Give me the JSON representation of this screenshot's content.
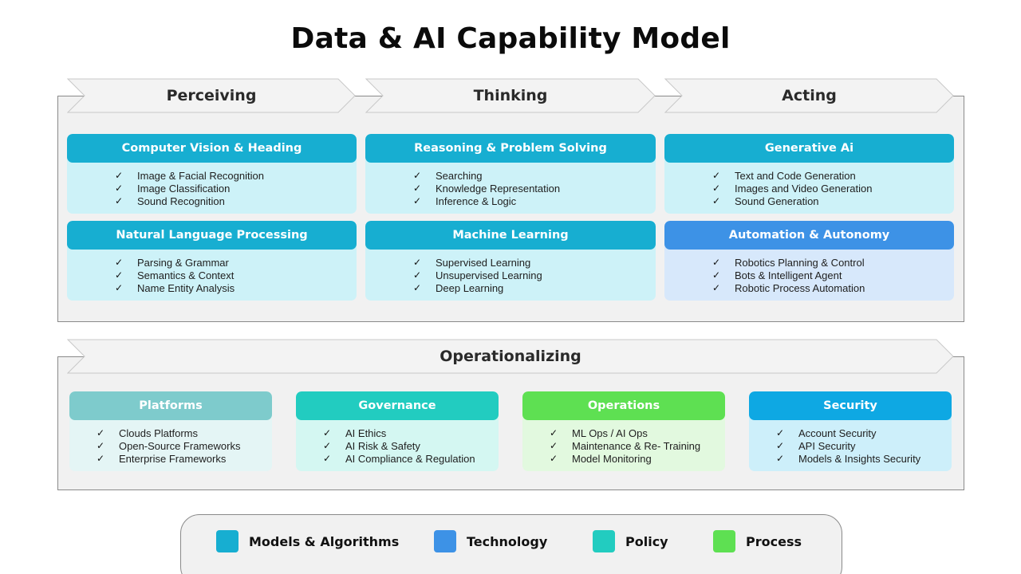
{
  "title": "Data & AI Capability Model",
  "stages": {
    "perceiving": "Perceiving",
    "thinking": "Thinking",
    "acting": "Acting",
    "operationalizing": "Operationalizing"
  },
  "cards": {
    "computer_vision": {
      "title": "Computer Vision & Heading",
      "items": [
        "Image & Facial Recognition",
        "Image Classification",
        "Sound Recognition"
      ]
    },
    "reasoning": {
      "title": "Reasoning & Problem Solving",
      "items": [
        "Searching",
        "Knowledge Representation",
        "Inference & Logic"
      ]
    },
    "generative": {
      "title": "Generative Ai",
      "items": [
        "Text and Code Generation",
        "Images and Video Generation",
        "Sound Generation"
      ]
    },
    "nlp": {
      "title": "Natural Language Processing",
      "items": [
        "Parsing & Grammar",
        "Semantics & Context",
        "Name Entity Analysis"
      ]
    },
    "ml": {
      "title": "Machine Learning",
      "items": [
        "Supervised Learning",
        "Unsupervised Learning",
        "Deep Learning"
      ]
    },
    "automation": {
      "title": "Automation & Autonomy",
      "items": [
        "Robotics Planning & Control",
        "Bots & Intelligent Agent",
        "Robotic Process Automation"
      ]
    },
    "platforms": {
      "title": "Platforms",
      "items": [
        "Clouds Platforms",
        "Open-Source Frameworks",
        "Enterprise Frameworks"
      ]
    },
    "governance": {
      "title": "Governance",
      "items": [
        "AI Ethics",
        "AI Risk & Safety",
        "AI Compliance & Regulation"
      ]
    },
    "operations": {
      "title": "Operations",
      "items": [
        "ML Ops / AI Ops",
        "Maintenance & Re- Training",
        "Model Monitoring"
      ]
    },
    "security": {
      "title": "Security",
      "items": [
        "Account Security",
        "API Security",
        "Models & Insights Security"
      ]
    }
  },
  "check_glyph": "✓",
  "legend": [
    {
      "label": "Models & Algorithms",
      "color": "#17aed1"
    },
    {
      "label": "Technology",
      "color": "#3d92e6"
    },
    {
      "label": "Policy",
      "color": "#22ccc0"
    },
    {
      "label": "Process",
      "color": "#5ee052"
    }
  ],
  "colors": {
    "models_head": "#17aed1",
    "models_body": "#cdf2f8",
    "tech_head": "#3d92e6",
    "tech_body": "#d7e8fb",
    "platforms_head": "#7ecbcc",
    "platforms_body": "#e4f5f5",
    "policy_head": "#22ccc0",
    "policy_body": "#d4f7f2",
    "process_head": "#5ee052",
    "process_body": "#e2f9df",
    "security_head": "#0ea8e3",
    "security_body": "#cdeffa"
  }
}
